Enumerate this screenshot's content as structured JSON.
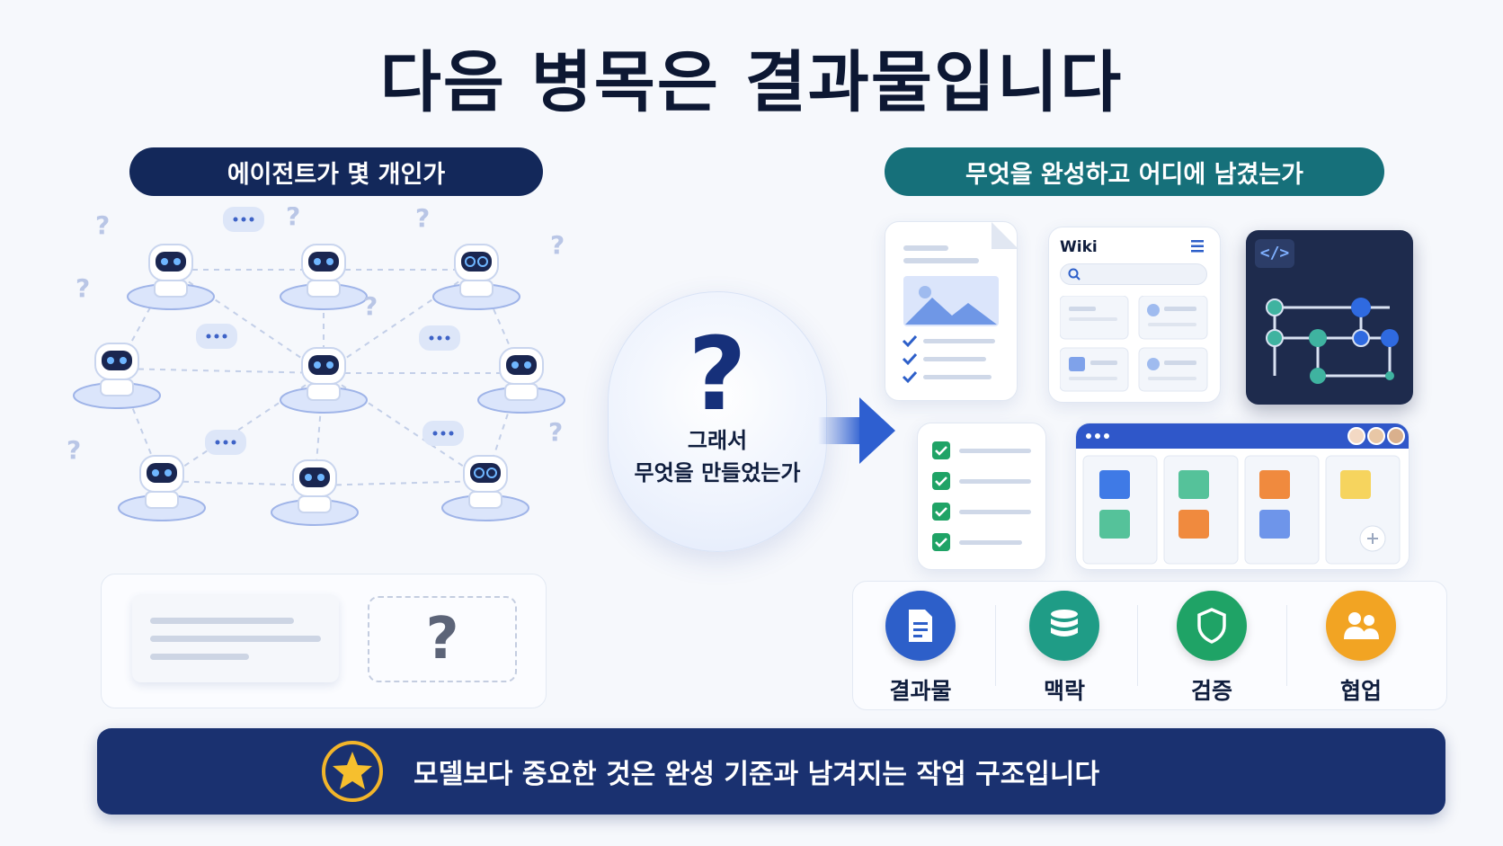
{
  "title": "다음 병목은 결과물입니다",
  "left_pill": "에이전트가 몇 개인가",
  "right_pill": "무엇을 완성하고 어디에 남겼는가",
  "center": {
    "question_mark": "?",
    "line1": "그래서",
    "line2": "무엇을 만들었는가"
  },
  "wiki_label": "Wiki",
  "code_tag": "</>",
  "bottom_left_question": "?",
  "icons": [
    {
      "label": "결과물",
      "color": "#2d5fc9",
      "icon": "document-icon"
    },
    {
      "label": "맥락",
      "color": "#1f9c86",
      "icon": "database-icon"
    },
    {
      "label": "검증",
      "color": "#1fa366",
      "icon": "shield-icon"
    },
    {
      "label": "협업",
      "color": "#f2a423",
      "icon": "people-icon"
    }
  ],
  "banner": "모델보다 중요한 것은 완성 기준과 남겨지는 작업 구조입니다",
  "colors": {
    "navy": "#13285a",
    "teal": "#16707a",
    "banner": "#1a3170",
    "accent_blue": "#2d5fc9"
  }
}
